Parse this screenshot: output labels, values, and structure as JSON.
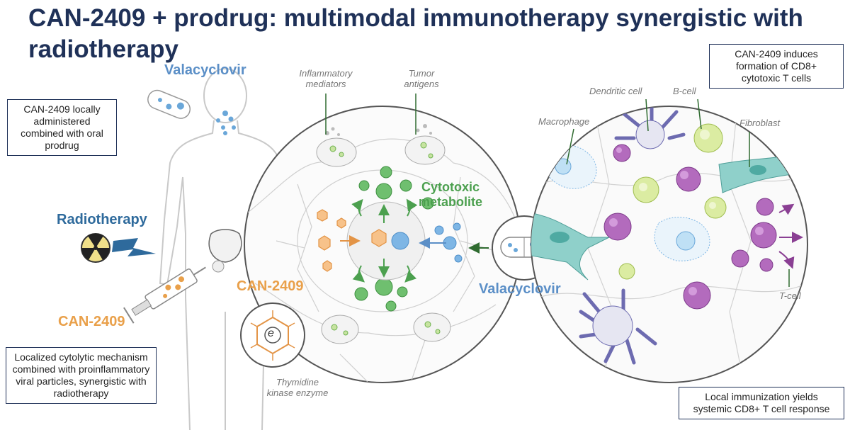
{
  "title": "CAN-2409 + prodrug: multimodal immunotherapy synergistic with radiotherapy",
  "boxes": {
    "top_left": "CAN-2409 locally administered combined with oral prodrug",
    "bottom_left": "Localized cytolytic mechanism combined with proinflammatory viral particles, synergistic with radiotherapy",
    "top_right": "CAN-2409 induces formation of CD8+ cytotoxic T cells",
    "bottom_right": "Local immunization yields systemic CD8+ T cell response"
  },
  "labels": {
    "valacyclovir_top": "Valacyclovir",
    "radiotherapy": "Radiotherapy",
    "can2409_left": "CAN-2409",
    "can2409_center": "CAN-2409",
    "valacyclovir_center": "Valacyclovir",
    "cytotoxic_metabolite": "Cytotoxic metabolite",
    "inflammatory_mediators": "Inflammatory mediators",
    "tumor_antigens": "Tumor antigens",
    "thymidine_kinase": "Thymidine kinase enzyme",
    "macrophage": "Macrophage",
    "dendritic_cell": "Dendritic cell",
    "b_cell": "B-cell",
    "fibroblast": "Fibroblast",
    "t_cell": "T-cell",
    "enzyme_letter": "e"
  },
  "colors": {
    "title": "#1f3158",
    "blue_label": "#5b8fc7",
    "radiotherapy": "#2e6a9c",
    "orange": "#e9a04a",
    "green": "#4ca04f",
    "purple": "#9a4fa3",
    "teal": "#7cc4c0",
    "lime": "#d8eb9a"
  }
}
